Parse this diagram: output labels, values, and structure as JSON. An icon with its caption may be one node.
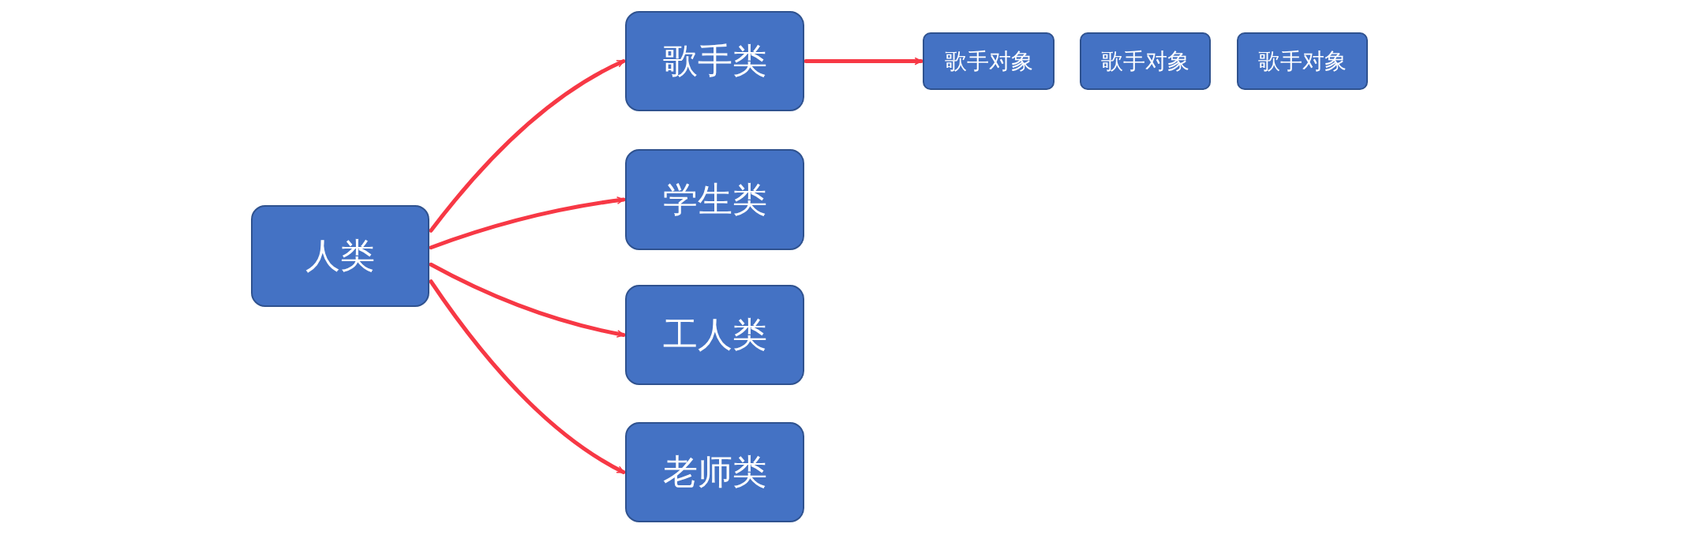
{
  "diagram": {
    "nodes": [
      {
        "text": [
          "人类"
        ]
      },
      {
        "text": [
          "歌手类"
        ]
      },
      {
        "text": [
          "学生类"
        ]
      },
      {
        "text": [
          "工人类"
        ]
      },
      {
        "text": [
          "老师类"
        ]
      },
      {
        "text": [
          "歌手对象"
        ]
      },
      {
        "text": [
          "歌手对象"
        ]
      },
      {
        "text": [
          "歌手对象"
        ]
      }
    ],
    "edges": [
      {
        "from": 0,
        "to": 1,
        "arrow": "to"
      },
      {
        "from": 0,
        "to": 2,
        "arrow": "to"
      },
      {
        "from": 0,
        "to": 3,
        "arrow": "to"
      },
      {
        "from": 0,
        "to": 4,
        "arrow": "to"
      },
      {
        "from": 1,
        "to": 5,
        "arrow": "to"
      }
    ]
  }
}
